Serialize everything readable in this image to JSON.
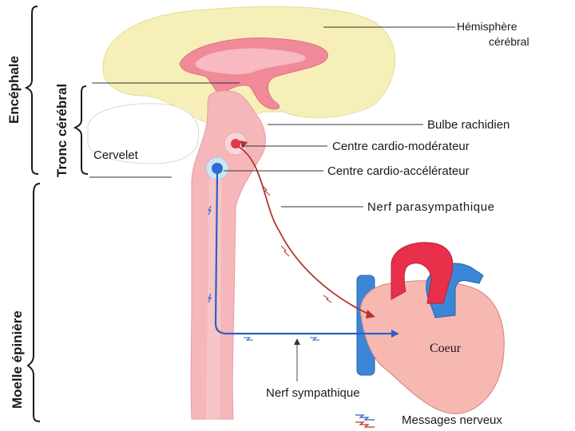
{
  "labels": {
    "hemisphere_line1": "Hémisphère",
    "hemisphere_line2": "cérébral",
    "bulbe": "Bulbe rachidien",
    "centre_moderateur": "Centre cardio-modérateur",
    "centre_accelerateur": "Centre cardio-accélérateur",
    "nerf_para": "Nerf parasympathique",
    "cervelet": "Cervelet",
    "coeur": "Coeur",
    "nerf_sym": "Nerf sympathique",
    "messages": "Messages nerveux"
  },
  "brackets": {
    "encephale": "Encéphale",
    "tronc": "Tronc cérébral",
    "moelle": "Moelle épinière"
  },
  "colors": {
    "brain": "#f6f0b8",
    "cortex_pink": "#f08a98",
    "spinal_cord": "#f5b7ba",
    "heart": "#f7b8b2",
    "aorta_red": "#e8304a",
    "vessel_blue": "#3c86d8",
    "sympathetic_nerve": "#2c5fc4",
    "parasympathetic_nerve": "#b5342b"
  }
}
